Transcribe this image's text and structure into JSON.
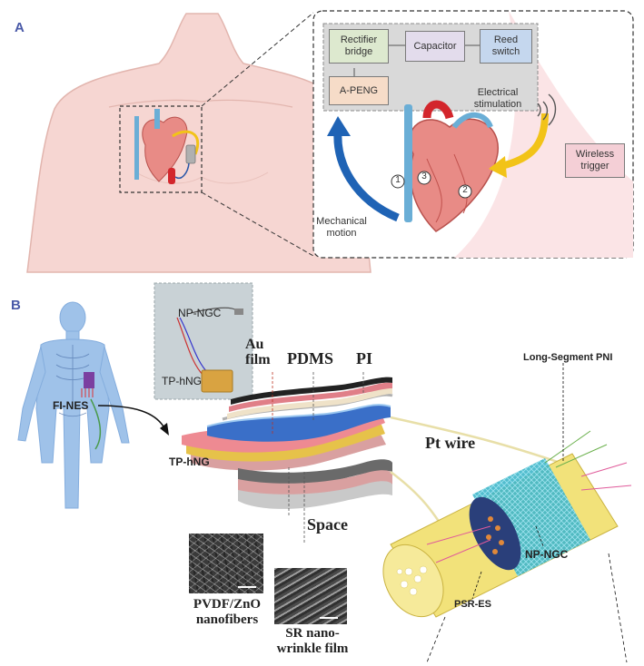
{
  "panel_a": {
    "label": "A",
    "circuit": {
      "rectifier": "Rectifier bridge",
      "capacitor": "Capacitor",
      "reed": "Reed switch",
      "apeng": "A-PENG"
    },
    "electrical_stimulation": "Electrical stimulation",
    "mechanical_motion": "Mechanical motion",
    "wireless_trigger": "Wireless trigger",
    "markers": [
      "1",
      "3",
      "2"
    ]
  },
  "panel_b": {
    "label": "B",
    "inset_np_ngc": "NP-NGC",
    "inset_tp_hng": "TP-hNG",
    "fi_nes": "FI-NES",
    "tp_hng": "TP-hNG",
    "au_film": "Au film",
    "pdms": "PDMS",
    "pi": "PI",
    "space": "Space",
    "pt_wire": "Pt wire",
    "long_segment_pni": "Long-Segment PNI",
    "np_ngc": "NP-NGC",
    "psr_es": "PSR-ES",
    "pvdf": "PVDF/ZnO nanofibers",
    "sr": "SR nano-wrinkle film"
  },
  "colors": {
    "panel_label": "#4a5aa8",
    "skin": "#f6d6d2",
    "rectifier_fill": "#dde9cf",
    "capacitor_fill": "#e3dcec",
    "reed_fill": "#c5d7ee",
    "apeng_fill": "#f6dcc8",
    "wireless_fill": "#f4cfd6",
    "arrow_blue": "#1f63b5",
    "arrow_yellow": "#f2c318"
  }
}
